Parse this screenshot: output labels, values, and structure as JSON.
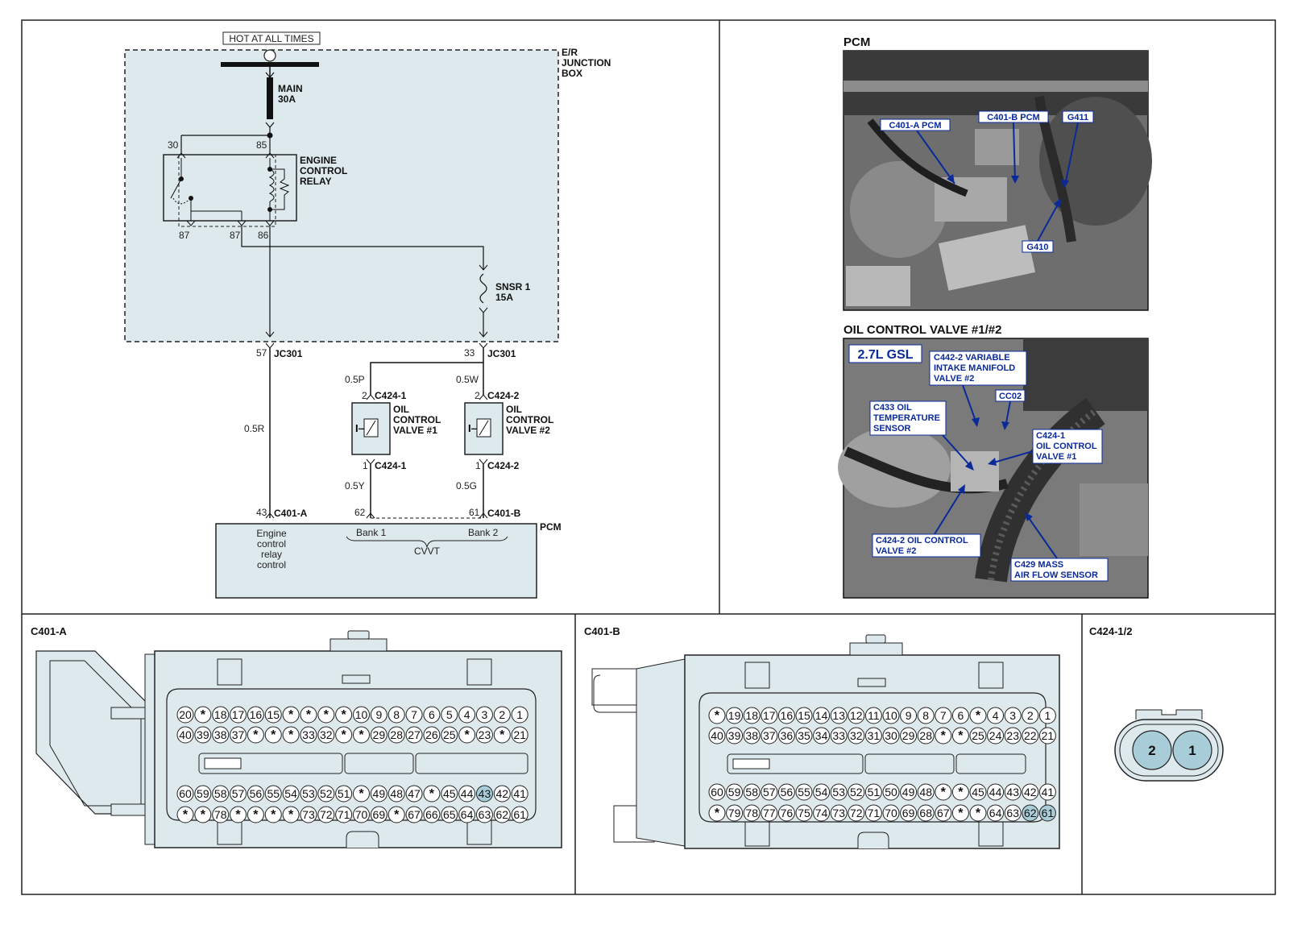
{
  "schematic": {
    "supply_label": "HOT AT ALL TIMES",
    "junction_box": [
      "E/R",
      "JUNCTION",
      "BOX"
    ],
    "main_fuse": [
      "MAIN",
      "30A"
    ],
    "relay_name": [
      "ENGINE",
      "CONTROL",
      "RELAY"
    ],
    "relay_pins": {
      "p30": "30",
      "p85": "85",
      "p87a": "87",
      "p87b": "87",
      "p86": "86"
    },
    "fuse2": [
      "SNSR  1",
      "15A"
    ],
    "jc_left": {
      "pin": "57",
      "name": "JC301"
    },
    "jc_right": {
      "pin": "33",
      "name": "JC301"
    },
    "wires": {
      "w1": "0.5R",
      "w2": "0.5P",
      "w3": "0.5W",
      "w4": "0.5Y",
      "w5": "0.5G"
    },
    "valve1": {
      "top_pin": "2",
      "top_conn": "C424-1",
      "bot_pin": "1",
      "bot_conn": "C424-1",
      "name": [
        "OIL",
        "CONTROL",
        "VALVE  #1"
      ]
    },
    "valve2": {
      "top_pin": "2",
      "top_conn": "C424-2",
      "bot_pin": "1",
      "bot_conn": "C424-2",
      "name": [
        "OIL",
        "CONTROL",
        "VALVE  #2"
      ]
    },
    "pcm_left": {
      "pin": "43",
      "conn": "C401-A"
    },
    "pcm_right": {
      "pins": [
        "62",
        "61"
      ],
      "conn": "C401-B"
    },
    "pcm_name": "PCM",
    "pcm_func": [
      "Engine",
      "control",
      "relay",
      "control"
    ],
    "bank1": "Bank 1",
    "bank2": "Bank 2",
    "cvvt": "CVVT"
  },
  "photo1": {
    "title": "PCM",
    "labels": [
      "C401-A PCM",
      "C401-B PCM",
      "G411",
      "G410"
    ]
  },
  "photo2": {
    "title": "OIL CONTROL VALVE #1/#2",
    "engine": "2.7L GSL",
    "l1": [
      "C442-2 VARIABLE",
      "INTAKE MANIFOLD",
      "VALVE #2"
    ],
    "l2": "CC02",
    "l3": [
      "C433 OIL",
      "TEMPERATURE",
      "SENSOR"
    ],
    "l4": [
      "C424-1",
      "OIL CONTROL",
      "VALVE #1"
    ],
    "l5": [
      "C424-2 OIL CONTROL",
      "VALVE #2"
    ],
    "l6": [
      "C429 MASS",
      "AIR FLOW SENSOR"
    ]
  },
  "conn_a": {
    "title": "C401-A",
    "rows": [
      [
        "20",
        "*",
        "18",
        "17",
        "16",
        "15",
        "*",
        "*",
        "*",
        "*",
        "10",
        "9",
        "8",
        "7",
        "6",
        "5",
        "4",
        "3",
        "2",
        "1"
      ],
      [
        "40",
        "39",
        "38",
        "37",
        "*",
        "*",
        "*",
        "33",
        "32",
        "*",
        "*",
        "29",
        "28",
        "27",
        "26",
        "25",
        "*",
        "23",
        "*",
        "21"
      ],
      [
        "60",
        "59",
        "58",
        "57",
        "56",
        "55",
        "54",
        "53",
        "52",
        "51",
        "*",
        "49",
        "48",
        "47",
        "*",
        "45",
        "44",
        "43",
        "42",
        "41"
      ],
      [
        "*",
        "*",
        "78",
        "*",
        "*",
        "*",
        "*",
        "73",
        "72",
        "71",
        "70",
        "69",
        "*",
        "67",
        "66",
        "65",
        "64",
        "63",
        "62",
        "61"
      ]
    ],
    "highlight": [
      "43"
    ]
  },
  "conn_b": {
    "title": "C401-B",
    "rows": [
      [
        "*",
        "19",
        "18",
        "17",
        "16",
        "15",
        "14",
        "13",
        "12",
        "11",
        "10",
        "9",
        "8",
        "7",
        "6",
        "*",
        "4",
        "3",
        "2",
        "1"
      ],
      [
        "40",
        "39",
        "38",
        "37",
        "36",
        "35",
        "34",
        "33",
        "32",
        "31",
        "30",
        "29",
        "28",
        "*",
        "*",
        "25",
        "24",
        "23",
        "22",
        "21"
      ],
      [
        "60",
        "59",
        "58",
        "57",
        "56",
        "55",
        "54",
        "53",
        "52",
        "51",
        "50",
        "49",
        "48",
        "*",
        "*",
        "45",
        "44",
        "43",
        "42",
        "41"
      ],
      [
        "*",
        "79",
        "78",
        "77",
        "76",
        "75",
        "74",
        "73",
        "72",
        "71",
        "70",
        "69",
        "68",
        "67",
        "*",
        "*",
        "64",
        "63",
        "62",
        "61"
      ]
    ],
    "highlight": [
      "62",
      "61"
    ]
  },
  "conn_c": {
    "title": "C424-1/2",
    "pins": [
      "2",
      "1"
    ]
  }
}
